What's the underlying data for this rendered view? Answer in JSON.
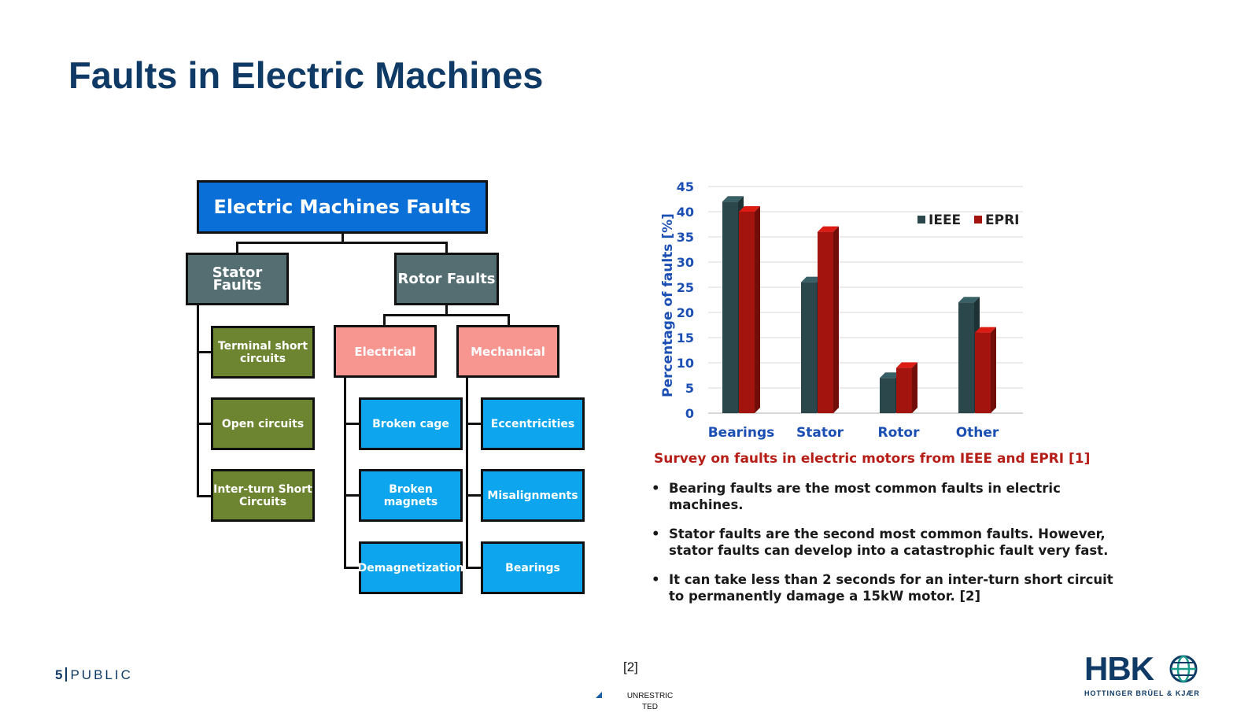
{
  "title": "Faults in Electric Machines",
  "diagram": {
    "root": "Electric Machines Faults",
    "stator": "Stator Faults",
    "rotor": "Rotor Faults",
    "stator_children": [
      "Terminal short circuits",
      "Open circuits",
      "Inter-turn Short Circuits"
    ],
    "electrical": "Electrical",
    "mechanical": "Mechanical",
    "electrical_children": [
      "Broken cage",
      "Broken magnets",
      "Demagnetization"
    ],
    "mechanical_children": [
      "Eccentricities",
      "Misalignments",
      "Bearings"
    ],
    "colors": {
      "root": "#0a6fd6",
      "category": "#556e72",
      "subcategory": "#f79590",
      "stator_leaf": "#6d8431",
      "rotor_leaf": "#0da6ee"
    }
  },
  "chart_data": {
    "type": "bar",
    "categories": [
      "Bearings",
      "Stator",
      "Rotor",
      "Other"
    ],
    "series": [
      {
        "name": "IEEE",
        "color": "#2b474c",
        "values": [
          42,
          26,
          7,
          22
        ]
      },
      {
        "name": "EPRI",
        "color": "#a3140e",
        "values": [
          40,
          36,
          9,
          16
        ]
      }
    ],
    "ylabel": "Percentage of faults [%]",
    "ylim": [
      0,
      45
    ],
    "yticks": [
      0,
      5,
      10,
      15,
      20,
      25,
      30,
      35,
      40,
      45
    ],
    "grid": true,
    "legend_position": "top-right",
    "caption": "Survey on faults in electric motors from IEEE and EPRI [1]"
  },
  "bullets": [
    "Bearing faults are the most common faults in electric machines.",
    "Stator faults are the second most common faults. However, stator faults can develop into a catastrophic fault very fast.",
    "It can take less than 2 seconds for an inter-turn short circuit to permanently damage a 15kW motor. [2]"
  ],
  "footer": {
    "page_number": "5",
    "classification": "PUBLIC",
    "reference": "[2]",
    "unrestricted": "UNRESTRICTED",
    "logo_text": "HBK",
    "logo_subtitle": "HOTTINGER BRÜEL & KJÆR"
  }
}
